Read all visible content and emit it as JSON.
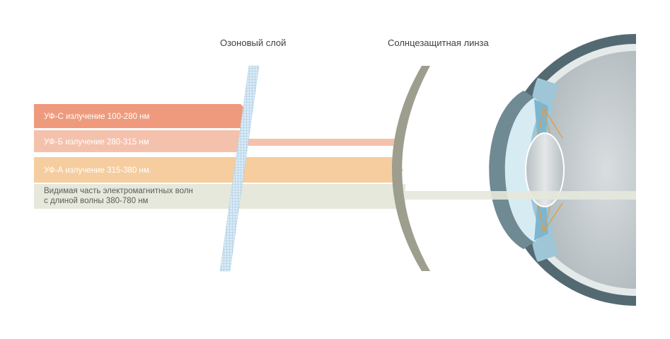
{
  "labels": {
    "ozone_layer": "Озоновый слой",
    "sun_lens": "Солнцезащитная линза"
  },
  "bands": {
    "uvc": "УФ-С излучение 100-280 нм",
    "uvb": "УФ-Б излучение 280-315 нм",
    "uva": "УФ-А излучение 315-380 нм.",
    "visible_line1": "Видимая часть электромагнитных волн",
    "visible_line2": "с длиной волны 380-780 нм"
  },
  "colors": {
    "uvc": "#ef9a7c",
    "uvb": "#f4c1ad",
    "uva": "#f6cd9f",
    "visible": "#e6e8db",
    "ozone": "#a9cfe6",
    "lens": "#9e9e8e",
    "eye_outer": "#546a72",
    "eye_inner": "#c9d4d8",
    "cornea": "#ddeef5"
  }
}
